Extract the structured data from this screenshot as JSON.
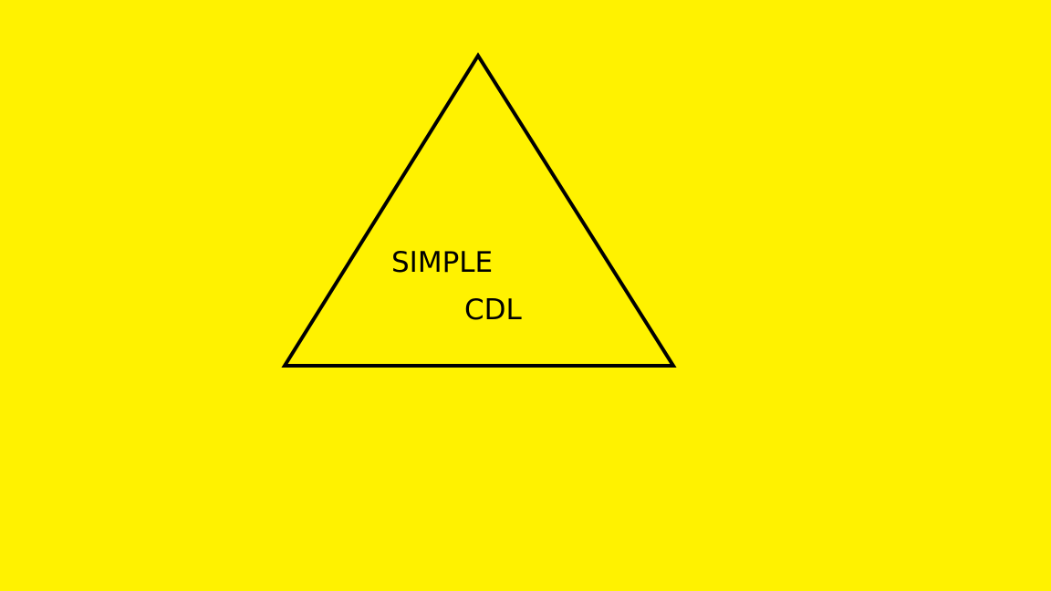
{
  "colors": {
    "background": "#FFF200",
    "stroke": "#000000",
    "text": "#000000"
  },
  "diagram": {
    "shape": "triangle",
    "text": {
      "line1": "SIMPLE",
      "line2": "CDL"
    }
  }
}
